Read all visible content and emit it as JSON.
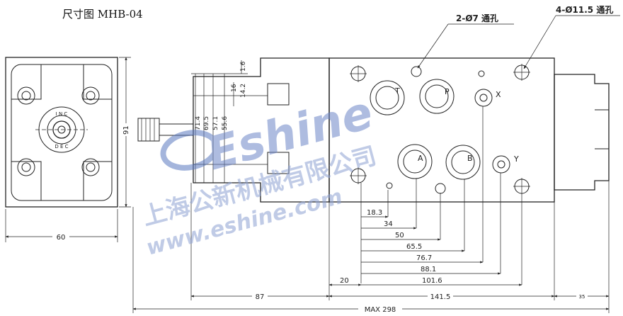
{
  "title": "尺寸图 MHB-04",
  "callouts": {
    "holes_small": "2-Ø7 通孔",
    "holes_large": "4-Ø11.5 通孔"
  },
  "ports": {
    "T": "T",
    "P": "P",
    "A": "A",
    "B": "B",
    "X": "X",
    "Y": "Y"
  },
  "side_view": {
    "dial_top": "I N C",
    "dial_bottom": "D E C"
  },
  "vertical_dims": [
    "1.6",
    "16",
    "14.2",
    "71.4",
    "69.5",
    "57.1",
    "55.6",
    "91"
  ],
  "horizontal_dims": [
    "18.3",
    "34",
    "50",
    "65.5",
    "76.7",
    "88.1",
    "101.6",
    "20",
    "87",
    "141.5",
    "35",
    "60",
    "MAX 298"
  ],
  "watermark": {
    "brand": "Eshine",
    "company": "上海公新机械有限公司",
    "url": "www.eshine.com"
  },
  "colors": {
    "line": "#222222",
    "body_fill": "#e6e6e6",
    "watermark": "#9aaed6"
  }
}
